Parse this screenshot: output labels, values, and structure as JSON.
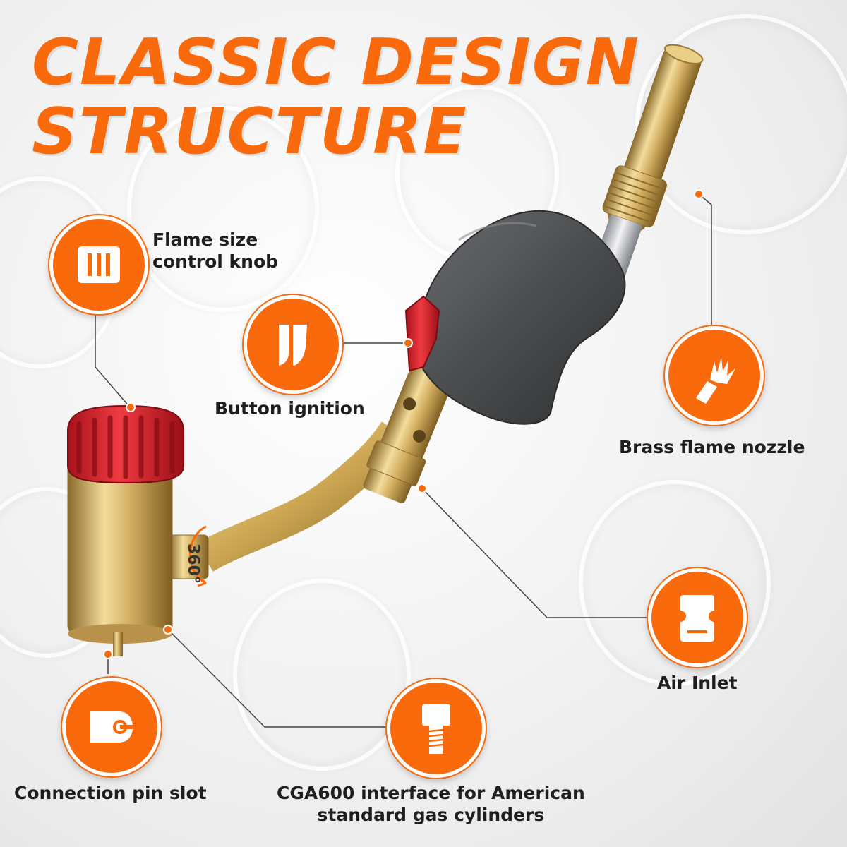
{
  "title": {
    "line1": "CLASSIC DESIGN",
    "line2": "STRUCTURE"
  },
  "rotation_badge": "360°",
  "colors": {
    "accent": "#f86a0c",
    "brass": "#d6b46a",
    "knob_red": "#d62631",
    "grip_gray": "#4a4c4e"
  },
  "callouts": {
    "flame_knob": {
      "icon": "knob-grip-icon",
      "line1": "Flame size",
      "line2": "control knob"
    },
    "ignition": {
      "icon": "ignition-button-icon",
      "label": "Button ignition"
    },
    "nozzle": {
      "icon": "flame-nozzle-icon",
      "label": "Brass flame nozzle"
    },
    "air_inlet": {
      "icon": "air-inlet-icon",
      "label": "Air Inlet"
    },
    "pin_slot": {
      "icon": "connection-pin-icon",
      "label": "Connection pin slot"
    },
    "cga600": {
      "icon": "threaded-interface-icon",
      "line1": "CGA600 interface for American",
      "line2": "standard gas cylinders"
    }
  }
}
